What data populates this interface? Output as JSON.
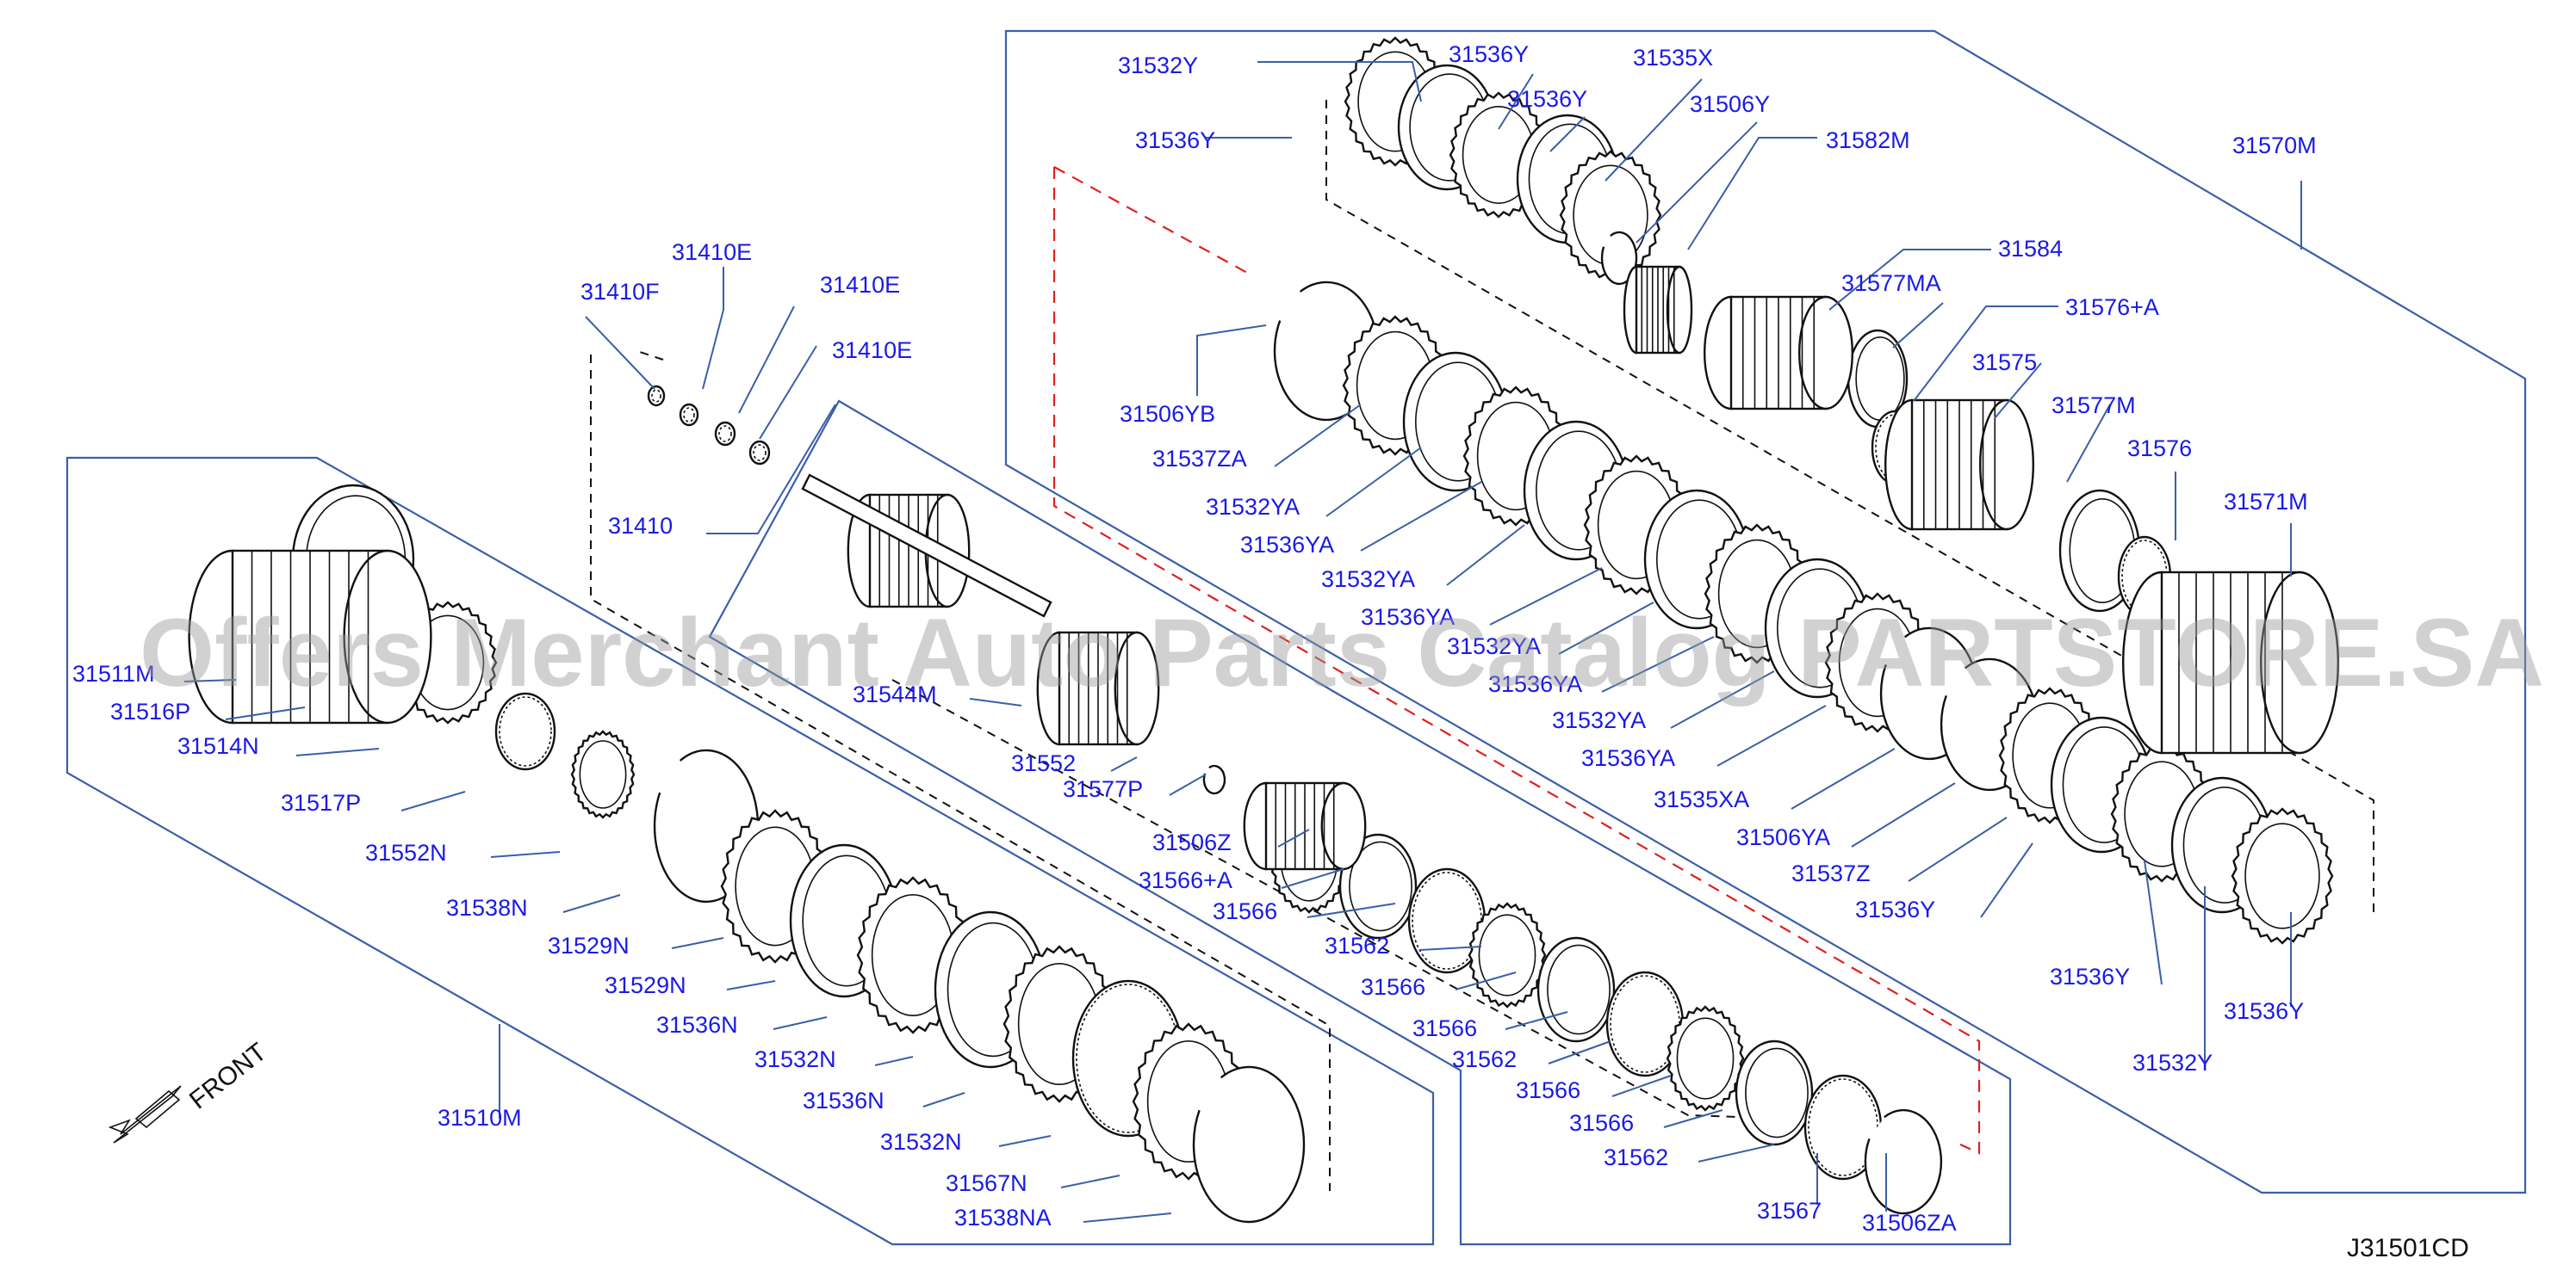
{
  "labels": [
    {
      "id": "31532Y_a",
      "text": "31532Y"
    },
    {
      "id": "31536Y_a",
      "text": "31536Y"
    },
    {
      "id": "31536Y_b",
      "text": "31536Y"
    },
    {
      "id": "31535X",
      "text": "31535X"
    },
    {
      "id": "31506Y",
      "text": "31506Y"
    },
    {
      "id": "31536Y_c",
      "text": "31536Y"
    },
    {
      "id": "31582M",
      "text": "31582M"
    },
    {
      "id": "31570M",
      "text": "31570M"
    },
    {
      "id": "31584",
      "text": "31584"
    },
    {
      "id": "31577MA",
      "text": "31577MA"
    },
    {
      "id": "31576A",
      "text": "31576+A"
    },
    {
      "id": "31575",
      "text": "31575"
    },
    {
      "id": "31577M",
      "text": "31577M"
    },
    {
      "id": "31576",
      "text": "31576"
    },
    {
      "id": "31571M",
      "text": "31571M"
    },
    {
      "id": "31410E_a",
      "text": "31410E"
    },
    {
      "id": "31410F",
      "text": "31410F"
    },
    {
      "id": "31410E_b",
      "text": "31410E"
    },
    {
      "id": "31410E_c",
      "text": "31410E"
    },
    {
      "id": "31506YB",
      "text": "31506YB"
    },
    {
      "id": "31537ZA",
      "text": "31537ZA"
    },
    {
      "id": "31532YA_a",
      "text": "31532YA"
    },
    {
      "id": "31536YA_a",
      "text": "31536YA"
    },
    {
      "id": "31532YA_b",
      "text": "31532YA"
    },
    {
      "id": "31536YA_b",
      "text": "31536YA"
    },
    {
      "id": "31532YA_c",
      "text": "31532YA"
    },
    {
      "id": "31536YA_c",
      "text": "31536YA"
    },
    {
      "id": "31532YA_d",
      "text": "31532YA"
    },
    {
      "id": "31536YA_d",
      "text": "31536YA"
    },
    {
      "id": "31535XA",
      "text": "31535XA"
    },
    {
      "id": "31506YA",
      "text": "31506YA"
    },
    {
      "id": "31537Z",
      "text": "31537Z"
    },
    {
      "id": "31536Y_d",
      "text": "31536Y"
    },
    {
      "id": "31536Y_e",
      "text": "31536Y"
    },
    {
      "id": "31536Y_f",
      "text": "31536Y"
    },
    {
      "id": "31532Y_b",
      "text": "31532Y"
    },
    {
      "id": "31410",
      "text": "31410"
    },
    {
      "id": "31511M",
      "text": "31511M"
    },
    {
      "id": "31516P",
      "text": "31516P"
    },
    {
      "id": "31514N",
      "text": "31514N"
    },
    {
      "id": "31517P",
      "text": "31517P"
    },
    {
      "id": "31552N",
      "text": "31552N"
    },
    {
      "id": "31538N",
      "text": "31538N"
    },
    {
      "id": "31529N_a",
      "text": "31529N"
    },
    {
      "id": "31529N_b",
      "text": "31529N"
    },
    {
      "id": "31536N_a",
      "text": "31536N"
    },
    {
      "id": "31532N_a",
      "text": "31532N"
    },
    {
      "id": "31536N_b",
      "text": "31536N"
    },
    {
      "id": "31532N_b",
      "text": "31532N"
    },
    {
      "id": "31567N",
      "text": "31567N"
    },
    {
      "id": "31538NA",
      "text": "31538NA"
    },
    {
      "id": "31510M",
      "text": "31510M"
    },
    {
      "id": "31544M",
      "text": "31544M"
    },
    {
      "id": "31552",
      "text": "31552"
    },
    {
      "id": "31577P",
      "text": "31577P"
    },
    {
      "id": "31506Z",
      "text": "31506Z"
    },
    {
      "id": "31566A",
      "text": "31566+A"
    },
    {
      "id": "31566_a",
      "text": "31566"
    },
    {
      "id": "31562_a",
      "text": "31562"
    },
    {
      "id": "31566_b",
      "text": "31566"
    },
    {
      "id": "31566_c",
      "text": "31566"
    },
    {
      "id": "31562_b",
      "text": "31562"
    },
    {
      "id": "31566_d",
      "text": "31566"
    },
    {
      "id": "31566_e",
      "text": "31566"
    },
    {
      "id": "31562_c",
      "text": "31562"
    },
    {
      "id": "31567",
      "text": "31567"
    },
    {
      "id": "31506ZA",
      "text": "31506ZA"
    }
  ],
  "front_label": "FRONT",
  "drawing_code": "J31501CD",
  "watermark": "Offers Merchant Auto Parts Catalog PARTSTORE.SA"
}
